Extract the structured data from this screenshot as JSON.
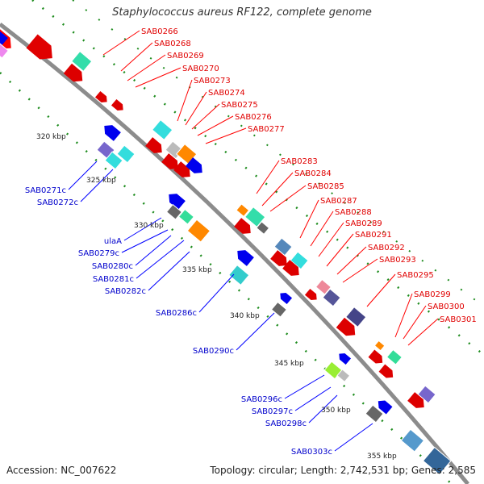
{
  "title": "Staphylococcus aureus RF122, complete genome",
  "footer": {
    "accession": "Accession: NC_007622",
    "summary": "Topology: circular; Length: 2,742,531 bp; Genes: 2,585"
  },
  "colors": {
    "forward_label": "#e00000",
    "reverse_label": "#0000cc",
    "backbone": "#8c8c8c",
    "tick": "#1e8c1e"
  },
  "kbp_ticks": [
    "320 kbp",
    "325 kbp",
    "330 kbp",
    "335 kbp",
    "340 kbp",
    "345 kbp",
    "350 kbp",
    "355 kbp"
  ],
  "forward_labels": [
    "SAB0266",
    "SAB0268",
    "SAB0269",
    "SAB0270",
    "SAB0273",
    "SAB0274",
    "SAB0275",
    "SAB0276",
    "SAB0277",
    "SAB0283",
    "SAB0284",
    "SAB0285",
    "SAB0287",
    "SAB0288",
    "SAB0289",
    "SAB0291",
    "SAB0292",
    "SAB0293",
    "SAB0295",
    "SAB0299",
    "SAB0300",
    "SAB0301"
  ],
  "reverse_labels": [
    "SAB0271c",
    "SAB0272c",
    "ulaA",
    "SAB0279c",
    "SAB0280c",
    "SAB0281c",
    "SAB0282c",
    "SAB0286c",
    "SAB0290c",
    "SAB0296c",
    "SAB0297c",
    "SAB0298c",
    "SAB0303c"
  ]
}
